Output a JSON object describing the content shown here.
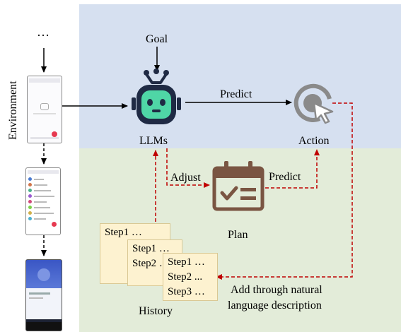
{
  "environment_label": "Environment",
  "ellipsis": "…",
  "goal_label": "Goal",
  "llm_label": "LLMs",
  "predict_top_label": "Predict",
  "action_label": "Action",
  "adjust_label": "Adjust",
  "predict_bottom_label": "Predict",
  "plan_label": "Plan",
  "history_label": "History",
  "history_cards": [
    {
      "lines": [
        "Step1 …"
      ]
    },
    {
      "lines": [
        "Step1 …",
        "Step2 …"
      ]
    },
    {
      "lines": [
        "Step1 …",
        "Step2 ...",
        "Step3 …"
      ]
    }
  ],
  "add_label_line1": "Add through natural",
  "add_label_line2": "language description",
  "colors": {
    "top_region": "#d6e0f0",
    "bottom_region": "#e3ecd9",
    "robot_face": "#4fd6a6",
    "robot_outline": "#1f2a44",
    "dashed_arrow": "#c00000",
    "calendar": "#7a5542",
    "action_icon": "#8a8a8a",
    "history_card": "#fdf2d0"
  }
}
